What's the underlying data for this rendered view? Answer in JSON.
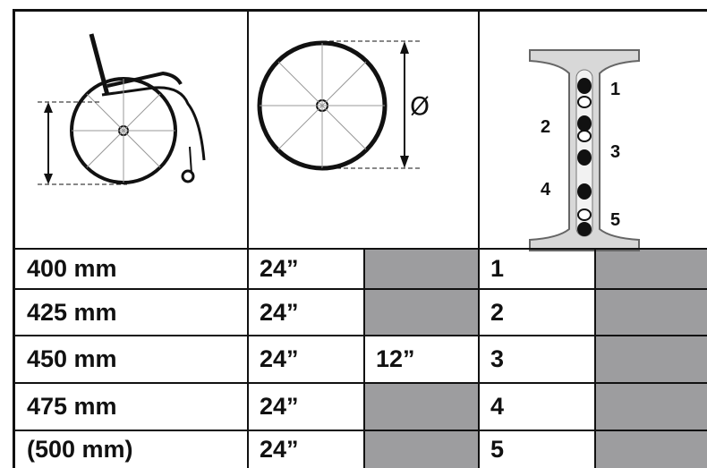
{
  "rows": [
    {
      "seat_width": "400 mm",
      "rear_wheel": "24”",
      "front_wheel": "",
      "position": "1"
    },
    {
      "seat_width": "425 mm",
      "rear_wheel": "24”",
      "front_wheel": "",
      "position": "2"
    },
    {
      "seat_width": "450 mm",
      "rear_wheel": "24”",
      "front_wheel": "12”",
      "position": "3"
    },
    {
      "seat_width": "475 mm",
      "rear_wheel": "24”",
      "front_wheel": "",
      "position": "4"
    },
    {
      "seat_width": "(500 mm)",
      "rear_wheel": "24”",
      "front_wheel": "",
      "position": "5"
    }
  ],
  "illustrations": {
    "wheelchair": {
      "icon": "wheelchair-side-icon"
    },
    "wheel": {
      "icon": "wheel-diameter-icon",
      "symbol": "Ø"
    },
    "axle_plate": {
      "icon": "axle-plate-icon",
      "labels": [
        "1",
        "2",
        "3",
        "4",
        "5"
      ]
    }
  },
  "colors": {
    "shade": "#9d9d9f",
    "line": "#111111"
  }
}
